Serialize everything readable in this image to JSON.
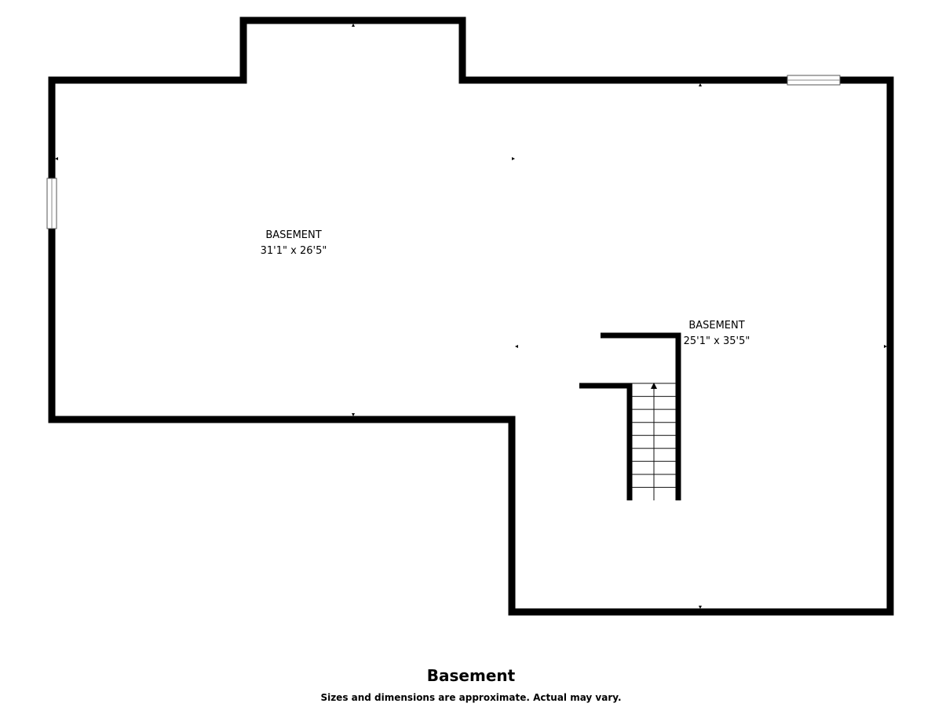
{
  "floor": {
    "title": "Basement",
    "disclaimer": "Sizes and dimensions are approximate. Actual may vary."
  },
  "rooms": [
    {
      "name": "BASEMENT",
      "dimensions": "31'1\" x 26'5\""
    },
    {
      "name": "BASEMENT",
      "dimensions": "25'1\" x 35'5\""
    }
  ],
  "staircase": {
    "direction": "up",
    "treads": 9
  }
}
